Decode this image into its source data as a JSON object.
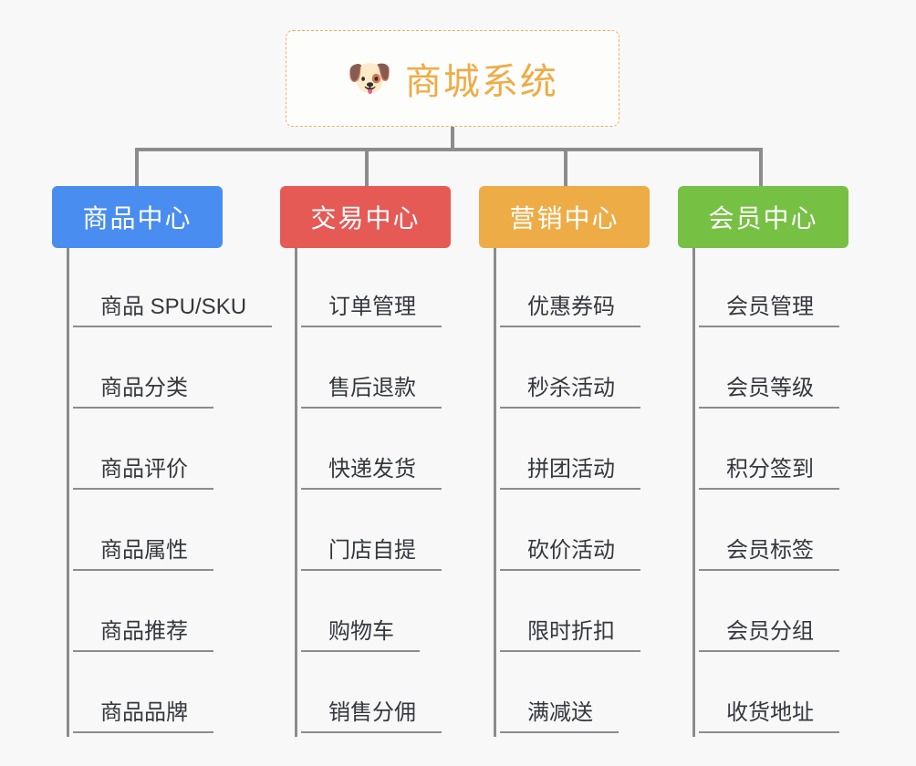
{
  "page": {
    "background_color": "#f8f8f8",
    "connector_color": "#8c8c8c"
  },
  "root": {
    "icon": "dog-face-emoji",
    "icon_glyph": "🐶",
    "title": "商城系统",
    "title_color": "#eeac46",
    "border_color": "#e9b35c"
  },
  "columns": [
    {
      "id": "product-center",
      "label": "商品中心",
      "color": "#4a8df0",
      "items": [
        "商品 SPU/SKU",
        "商品分类",
        "商品评价",
        "商品属性",
        "商品推荐",
        "商品品牌"
      ]
    },
    {
      "id": "trade-center",
      "label": "交易中心",
      "color": "#e55a55",
      "items": [
        "订单管理",
        "售后退款",
        "快递发货",
        "门店自提",
        "购物车",
        "销售分佣"
      ]
    },
    {
      "id": "marketing-center",
      "label": "营销中心",
      "color": "#eeac46",
      "items": [
        "优惠券码",
        "秒杀活动",
        "拼团活动",
        "砍价活动",
        "限时折扣",
        "满减送"
      ]
    },
    {
      "id": "member-center",
      "label": "会员中心",
      "color": "#76c043",
      "items": [
        "会员管理",
        "会员等级",
        "积分签到",
        "会员标签",
        "会员分组",
        "收货地址"
      ]
    }
  ]
}
